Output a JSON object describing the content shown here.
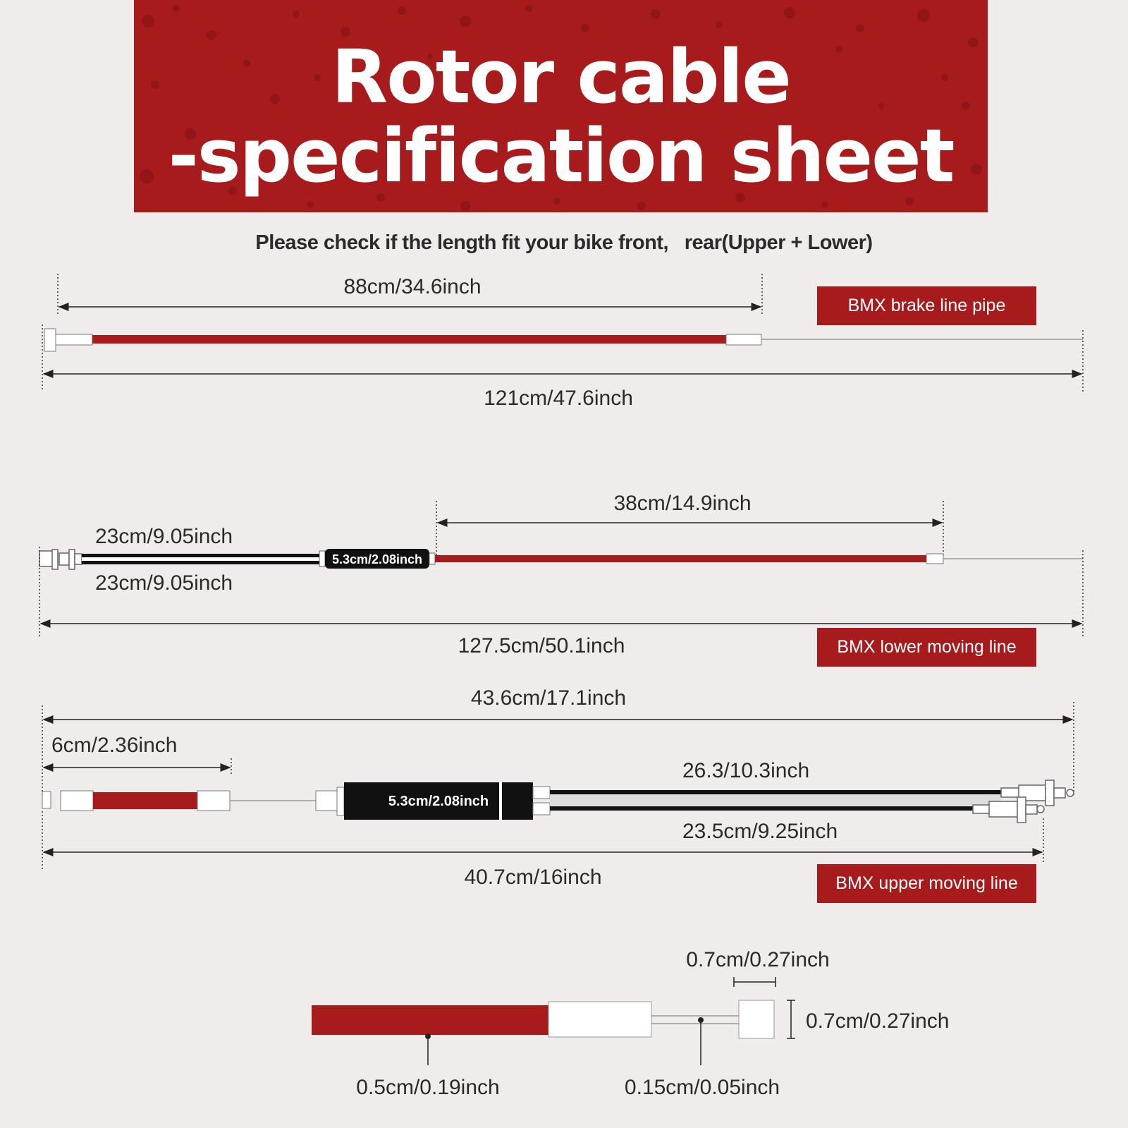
{
  "header": {
    "title_line1": "Rotor cable",
    "title_line2": "-specification sheet"
  },
  "subtitle": "Please check if the length fit your bike front,   rear(Upper + Lower)",
  "brake_line": {
    "tag": "BMX brake line pipe",
    "housing_length": "88cm/34.6inch",
    "total_length": "121cm/47.6inch"
  },
  "lower_line": {
    "tag": "BMX lower moving line",
    "split_upper": "23cm/9.05inch",
    "split_lower": "23cm/9.05inch",
    "splitter": "5.3cm/2.08inch",
    "housing_length": "38cm/14.9inch",
    "total_length": "127.5cm/50.1inch"
  },
  "upper_line": {
    "tag": "BMX upper moving line",
    "total_top": "43.6cm/17.1inch",
    "housing_length": "6cm/2.36inch",
    "splitter": "5.3cm/2.08inch",
    "split_upper": "26.3/10.3inch",
    "split_lower": "23.5cm/9.25inch",
    "total_bottom": "40.7cm/16inch"
  },
  "detail": {
    "end_width": "0.7cm/0.27inch",
    "end_height": "0.7cm/0.27inch",
    "housing_diameter": "0.5cm/0.19inch",
    "wire_diameter": "0.15cm/0.05inch"
  },
  "colors": {
    "accent": "#a81b1d",
    "background": "#f0ecec",
    "ink": "#222222"
  }
}
